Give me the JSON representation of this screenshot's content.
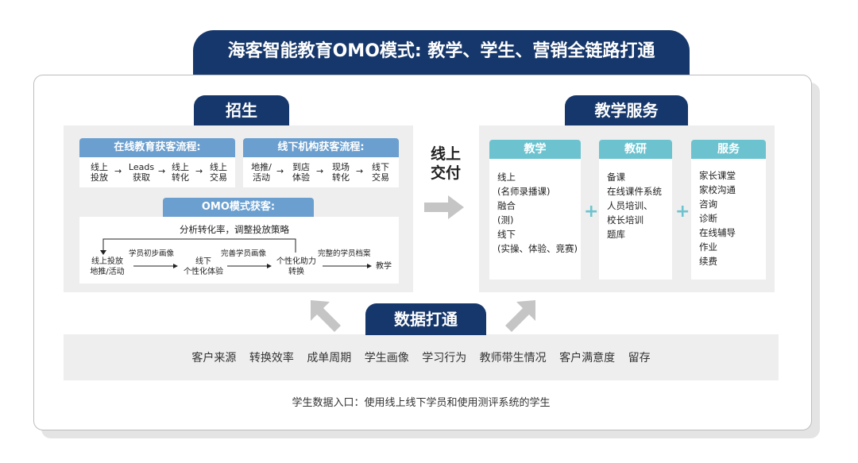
{
  "title": "海客智能教育OMO模式: 教学、学生、营销全链路打通",
  "left": {
    "section_title": "招生",
    "online": {
      "header": "在线教育获客流程:",
      "steps": [
        [
          "线上",
          "投放"
        ],
        [
          "Leads",
          "获取"
        ],
        [
          "线上",
          "转化"
        ],
        [
          "线上",
          "交易"
        ]
      ]
    },
    "offline": {
      "header": "线下机构获客流程:",
      "steps": [
        [
          "地推/",
          "活动"
        ],
        [
          "到店",
          "体验"
        ],
        [
          "现场",
          "转化"
        ],
        [
          "线下",
          "交易"
        ]
      ]
    },
    "omo": {
      "header": "OMO模式获客:",
      "feedback": "分析转化率，调整投放策略",
      "nodes": [
        [
          "线上投放",
          "地推/活动"
        ],
        [
          "线下",
          "个性化体验"
        ],
        [
          "个性化助力",
          "转换"
        ],
        [
          "教学"
        ]
      ],
      "edge_labels": [
        "学员初步画像",
        "完善学员画像",
        "完整的学员档案"
      ]
    }
  },
  "middle": {
    "lines": [
      "线上",
      "交付"
    ]
  },
  "right": {
    "section_title": "教学服务",
    "columns": [
      {
        "header": "教学",
        "items": [
          "线上",
          "(名师录播课)",
          "融合",
          "(测)",
          "线下",
          "(实操、体验、竞赛)"
        ]
      },
      {
        "header": "教研",
        "items": [
          "备课",
          "在线课件系统",
          "人员培训、",
          "校长培训",
          "题库"
        ]
      },
      {
        "header": "服务",
        "items": [
          "家长课堂",
          "家校沟通",
          "咨询",
          "诊断",
          "在线辅导",
          "作业",
          "续费"
        ]
      }
    ],
    "plus": "+"
  },
  "bottom": {
    "section_title": "数据打通",
    "items": [
      "客户来源",
      "转换效率",
      "成单周期",
      "学生画像",
      "学习行为",
      "教师带生情况",
      "客户满意度",
      "留存"
    ],
    "footer": "学生数据入口：使用线上线下学员和使用测评系统的学生"
  },
  "colors": {
    "navy": "#16376b",
    "light_blue": "#6b9fcf",
    "teal": "#6cc3cf",
    "gray_panel": "#eeeeee",
    "arrow_gray": "#c5c5c5"
  }
}
